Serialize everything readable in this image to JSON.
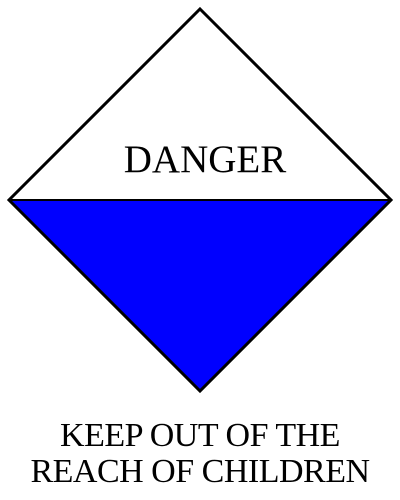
{
  "sign": {
    "header_text": "DANGER",
    "colors": {
      "upper_fill": "#ffffff",
      "lower_fill": "#0000ff",
      "outline": "#000000",
      "text": "#000000"
    }
  },
  "caption": {
    "line1": "KEEP OUT OF THE",
    "line2": "REACH OF CHILDREN"
  }
}
